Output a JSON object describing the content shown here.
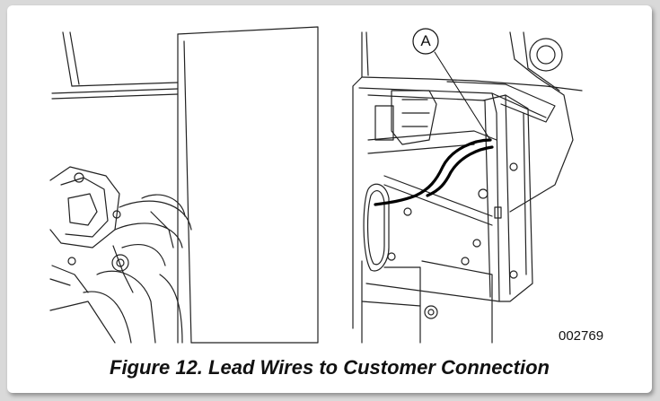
{
  "figure": {
    "callout_label": "A",
    "figure_number": "002769",
    "caption": "Figure 12. Lead Wires to Customer Connection"
  },
  "icons": [
    "callout-a-icon"
  ]
}
